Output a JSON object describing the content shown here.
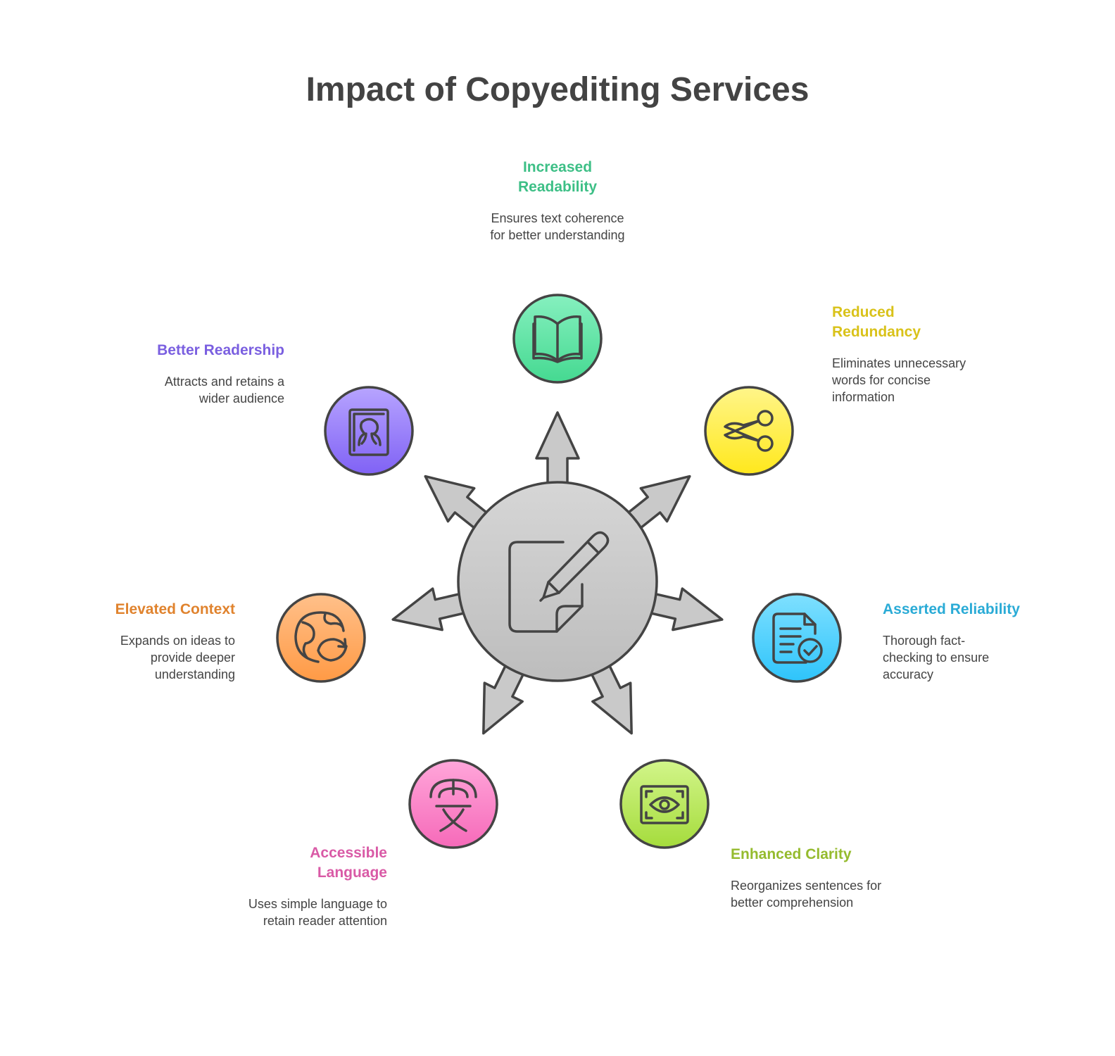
{
  "title": "Impact of Copyediting Services",
  "center": {
    "icon": "edit-document-icon",
    "color": "#c6c6c6"
  },
  "items": [
    {
      "key": "readability",
      "head": "Increased Readability",
      "desc": "Ensures text coherence for better understanding",
      "color": "#3dbf86",
      "fill": "#5fe0a3",
      "icon": "open-book-icon"
    },
    {
      "key": "redundancy",
      "head": "Reduced Redundancy",
      "desc": "Eliminates unnecessary words for concise information",
      "color": "#d9c21a",
      "fill": "#ffee3a",
      "icon": "scissors-icon"
    },
    {
      "key": "reliability",
      "head": "Asserted Reliability",
      "desc": "Thorough fact-checking to ensure accuracy",
      "color": "#2aabd6",
      "fill": "#3fcfff",
      "icon": "verified-document-icon"
    },
    {
      "key": "clarity",
      "head": "Enhanced Clarity",
      "desc": "Reorganizes sentences for better comprehension",
      "color": "#95bb2e",
      "fill": "#b5e550",
      "icon": "eye-focus-icon"
    },
    {
      "key": "language",
      "head": "Accessible Language",
      "desc": "Uses simple language to retain reader attention",
      "color": "#d95aa6",
      "fill": "#f882c7",
      "icon": "translate-icon"
    },
    {
      "key": "context",
      "head": "Elevated Context",
      "desc": "Expands on ideas to provide deeper understanding",
      "color": "#e0832e",
      "fill": "#ffa457",
      "icon": "globe-refresh-icon"
    },
    {
      "key": "readership",
      "head": "Better Readership",
      "desc": "Attracts and retains a wider audience",
      "color": "#7a5fe0",
      "fill": "#9b7dff",
      "icon": "reader-profile-icon"
    }
  ]
}
